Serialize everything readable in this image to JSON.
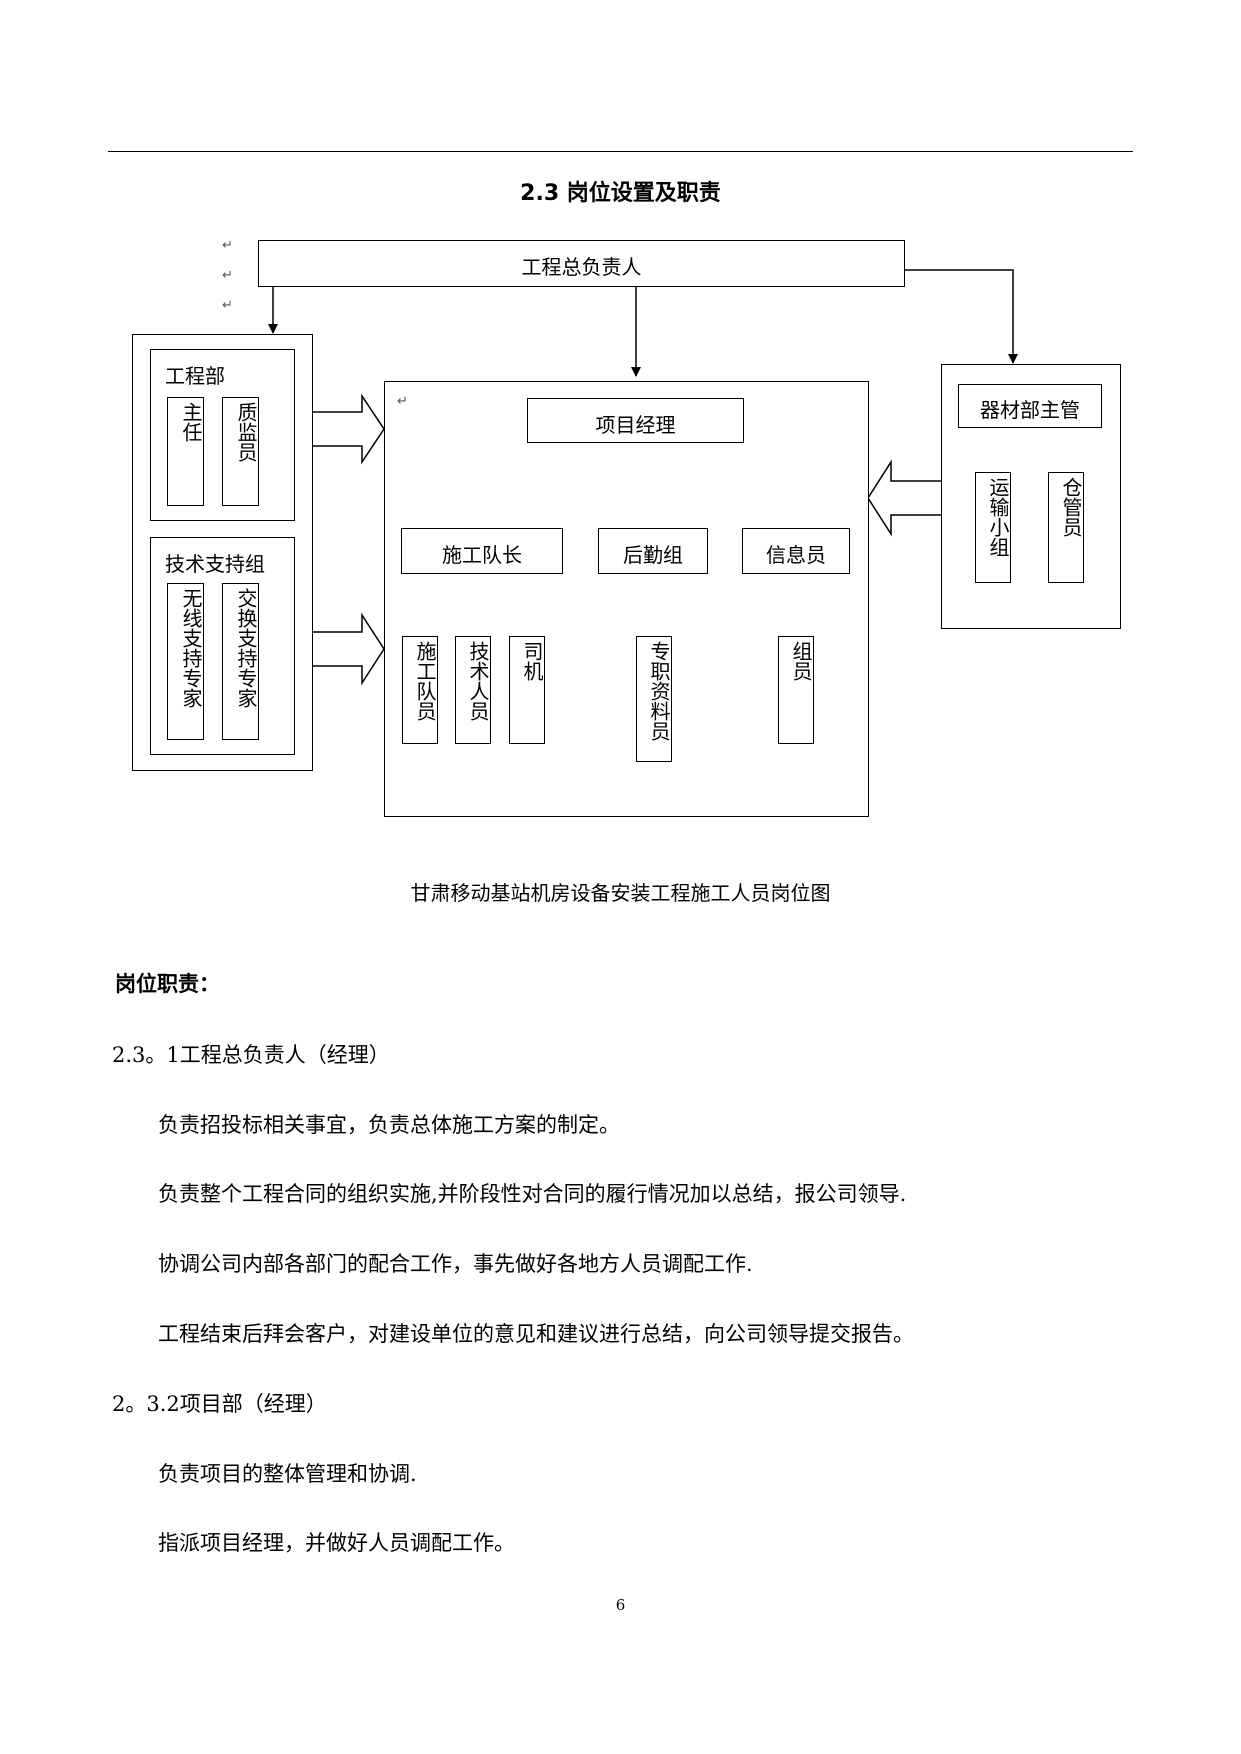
{
  "section_title": "2.3 岗位设置及职责",
  "chart": {
    "top": "工程总负责人",
    "engineering_dept": {
      "title": "工程部",
      "members": [
        "主任",
        "质监员"
      ]
    },
    "tech_support": {
      "title": "技术支持组",
      "members": [
        "无线支持专家",
        "交换支持专家"
      ]
    },
    "project_manager": "项目经理",
    "construction_lead": "施工队长",
    "logistics": "后勤组",
    "info_officer": "信息员",
    "construction_members": [
      "施工队员",
      "技术人员",
      "司机"
    ],
    "logistics_member": "专职资料员",
    "info_member": "组员",
    "materials": {
      "title": "器材部主管",
      "members": [
        "运输小组",
        "仓管员"
      ]
    }
  },
  "caption": "甘肃移动基站机房设备安装工程施工人员岗位图",
  "duties_heading": "岗位职责：",
  "sec1_heading": "2.3。1工程总负责人（经理）",
  "sec1_lines": [
    "负责招投标相关事宜，负责总体施工方案的制定。",
    "负责整个工程合同的组织实施,并阶段性对合同的履行情况加以总结，报公司领导.",
    "协调公司内部各部门的配合工作，事先做好各地方人员调配工作.",
    "工程结束后拜会客户，对建设单位的意见和建议进行总结，向公司领导提交报告。"
  ],
  "sec2_heading": "2。3.2项目部（经理）",
  "sec2_lines": [
    "负责项目的整体管理和协调.",
    "指派项目经理，并做好人员调配工作。"
  ],
  "page_number": "6"
}
